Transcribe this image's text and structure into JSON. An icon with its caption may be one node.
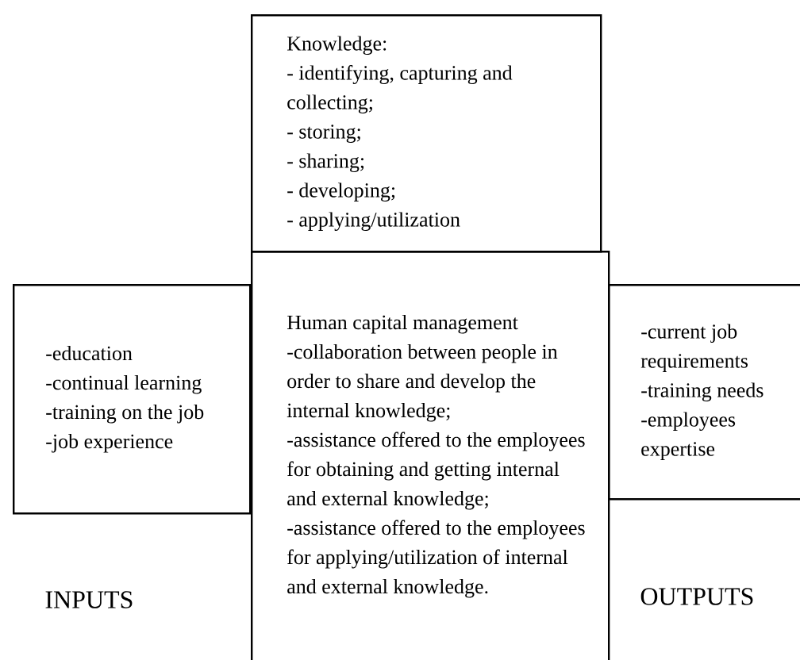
{
  "diagram": {
    "nodes": [
      {
        "text": [
          "Knowledge:",
          "- identifying, capturing and collecting;",
          "- storing;",
          "- sharing;",
          "- developing;",
          "- applying/utilization"
        ]
      },
      {
        "text": [
          "Human capital management",
          "-collaboration between people in order to share and develop the internal knowledge;",
          "-assistance offered to the employees for obtaining and getting internal and external knowledge;",
          "-assistance offered to the employees for applying/utilization of internal and external knowledge."
        ]
      },
      {
        "text": [
          "-education",
          "-continual learning",
          "-training on the job",
          "-job experience"
        ]
      },
      {
        "text": [
          "-current job requirements",
          "-training needs",
          "-employees expertise"
        ]
      }
    ],
    "labels": [
      "INPUTS",
      "OUTPUTS"
    ]
  }
}
